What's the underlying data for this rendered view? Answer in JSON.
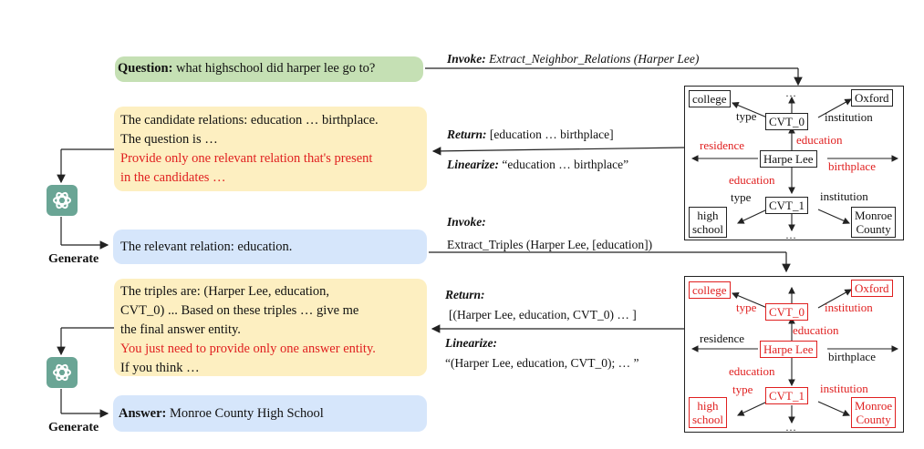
{
  "question": {
    "label": "Question:",
    "text": " what highschool did harper lee go to?"
  },
  "invoke1": {
    "label": "Invoke:",
    "call": " Extract_Neighbor_Relations (Harper Lee)"
  },
  "return1": {
    "label": "Return:",
    "text": " [education … birthplace]"
  },
  "linearize1": {
    "label": "Linearize:",
    "text": " “education … birthplace”"
  },
  "prompt1": {
    "line1": "The candidate relations: education … birthplace.",
    "line2": "The question is …",
    "line3": "Provide only one relevant relation that's present",
    "line4": "in the candidates …"
  },
  "relevant": "The relevant relation: education.",
  "invoke2": {
    "label": "Invoke:",
    "call": "Extract_Triples (Harper Lee, [education])"
  },
  "return2": {
    "label": "Return:",
    "text": "[(Harper Lee, education, CVT_0) … ]"
  },
  "linearize2": {
    "label": "Linearize:",
    "text": "“(Harper Lee, education, CVT_0); … ”"
  },
  "prompt2": {
    "line1": "The triples are: (Harper Lee, education,",
    "line2": "CVT_0) ... Based on these triples … give me",
    "line3": "the final answer entity.",
    "line4": "You just need to provide only one answer entity.",
    "line5": "If you think …"
  },
  "answer": {
    "label": "Answer:",
    "text": " Monroe County High School"
  },
  "generate": "Generate",
  "ellipsis": "…",
  "graph1": {
    "college": "college",
    "oxford": "Oxford",
    "cvt0": "CVT_0",
    "harpe": "Harpe Lee",
    "cvt1": "CVT_1",
    "high1": "high",
    "high2": "school",
    "monroe1": "Monroe",
    "monroe2": "County",
    "type": "type",
    "institution": "institution",
    "residence": "residence",
    "education": "education",
    "birthplace": "birthplace"
  },
  "graph2": {
    "college": "college",
    "oxford": "Oxford",
    "cvt0": "CVT_0",
    "harpe": "Harpe Lee",
    "cvt1": "CVT_1",
    "high1": "high",
    "high2": "school",
    "monroe1": "Monroe",
    "monroe2": "County",
    "type": "type",
    "institution": "institution",
    "residence": "residence",
    "education": "education",
    "birthplace": "birthplace"
  },
  "colors": {
    "highlight": "#e02020",
    "green_box": "#c5e0b4",
    "yellow_box": "#fdefc1",
    "blue_box": "#d6e6fb",
    "gpt_icon": "#6aa595"
  }
}
